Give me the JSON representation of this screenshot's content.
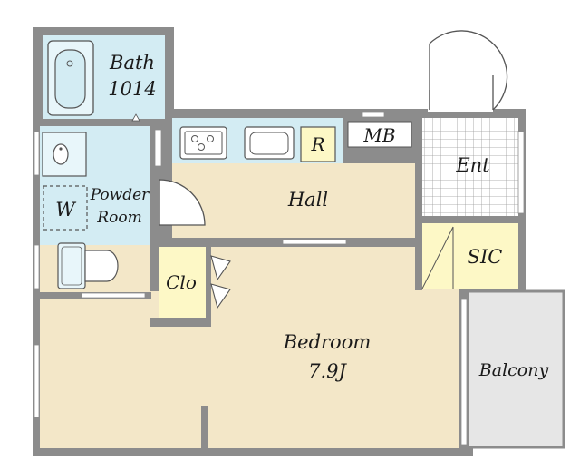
{
  "floor_plan": {
    "rooms": {
      "bath": {
        "name": "Bath",
        "size": "1014"
      },
      "powder_room": {
        "line1": "Powder",
        "line2": "Room"
      },
      "washer": {
        "label": "W"
      },
      "refrigerator": {
        "label": "R"
      },
      "meter_box": {
        "label": "MB"
      },
      "entrance": {
        "label": "Ent"
      },
      "hall": {
        "label": "Hall"
      },
      "sic": {
        "label": "SIC"
      },
      "closet": {
        "label": "Clo"
      },
      "bedroom": {
        "name": "Bedroom",
        "size": "7.9J"
      },
      "balcony": {
        "label": "Balcony"
      }
    },
    "colors": {
      "wall": "#8c8c8c",
      "wet_area": "#d3ecf3",
      "living_area": "#f3e7c8",
      "storage": "#fdf8c6",
      "balcony": "#e6e6e6",
      "entrance_tile": "#ffffff"
    }
  }
}
